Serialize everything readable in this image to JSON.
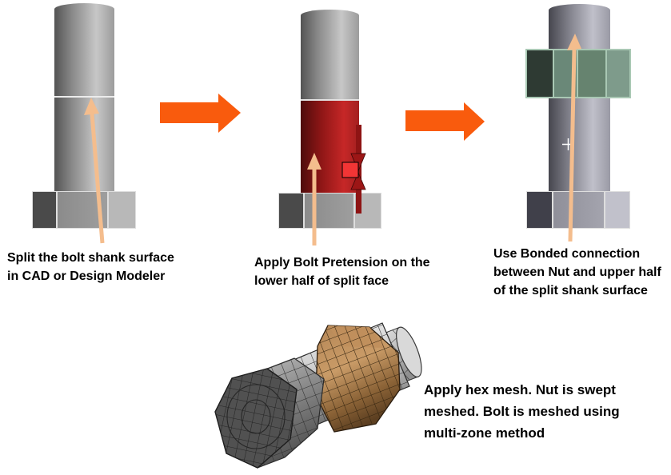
{
  "steps": [
    {
      "name": "split-shank",
      "caption_lines": [
        "Split the bolt shank surface",
        "in CAD or Design Modeler"
      ]
    },
    {
      "name": "bolt-pretension",
      "caption_lines": [
        "Apply Bolt Pretension on the",
        "lower half of split face"
      ]
    },
    {
      "name": "bonded-connection",
      "caption_lines": [
        "Use Bonded connection",
        "between Nut and upper half",
        "of the split shank surface"
      ]
    }
  ],
  "mesh_note_lines": [
    "Apply hex mesh. Nut is swept",
    "meshed. Bolt is meshed using",
    "multi-zone method"
  ],
  "colors": {
    "flow_arrow_orange": "#F95B0D",
    "annotation_arrow_tan": "#F4BD8D",
    "pretension_red": "#C62727",
    "bonded_nut_green": "#6A8878",
    "mesh_nut_brown": "#C99B67",
    "text": "#000000"
  }
}
